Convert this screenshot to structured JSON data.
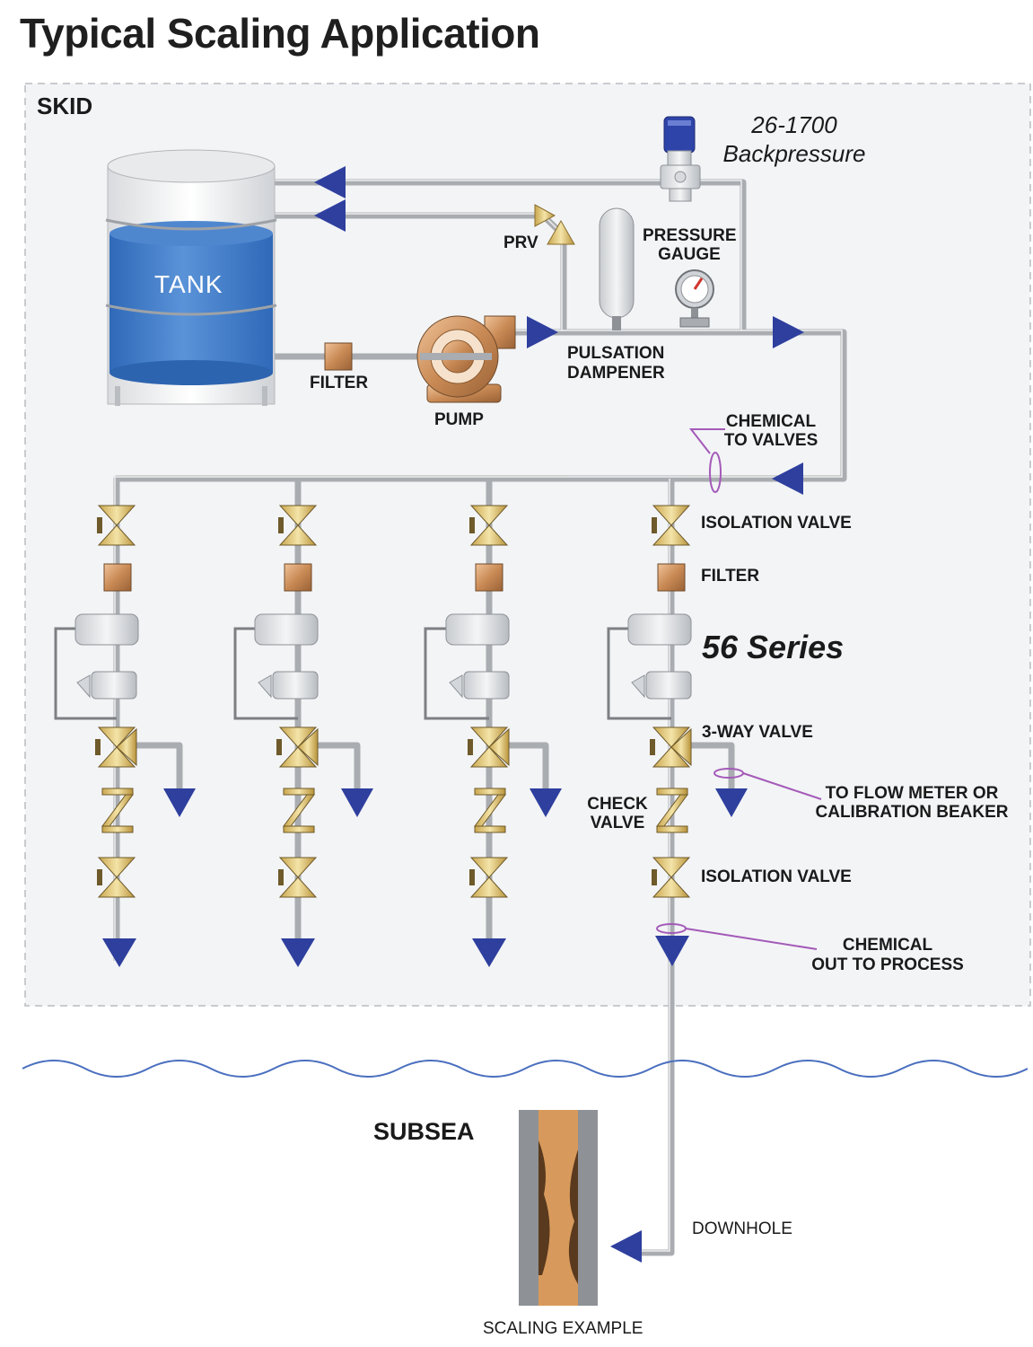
{
  "title": "Typical Scaling Application",
  "labels": {
    "skid": "SKID",
    "tank": "TANK",
    "backpressure_model": "26-1700",
    "backpressure": "Backpressure",
    "prv": "PRV",
    "pressure_gauge_1": "PRESSURE",
    "pressure_gauge_2": "GAUGE",
    "filter_main": "FILTER",
    "pump": "PUMP",
    "pulsation_1": "PULSATION",
    "pulsation_2": "DAMPENER",
    "chemical_to_valves_1": "CHEMICAL",
    "chemical_to_valves_2": "TO VALVES",
    "isolation_valve_top": "ISOLATION VALVE",
    "filter_branch": "FILTER",
    "series": "56 Series",
    "three_way_valve": "3-WAY VALVE",
    "flow_meter_1": "TO FLOW METER OR",
    "flow_meter_2": "CALIBRATION BEAKER",
    "check_valve_1": "CHECK",
    "check_valve_2": "VALVE",
    "isolation_valve_bottom": "ISOLATION VALVE",
    "chemical_out_1": "CHEMICAL",
    "chemical_out_2": "OUT TO PROCESS",
    "subsea": "SUBSEA",
    "downhole": "DOWNHOLE",
    "scaling_example": "SCALING EXAMPLE"
  },
  "colors": {
    "arrow": "#2e3f9e",
    "pipe": "#a9acb0",
    "tank_water": "#3d78c5",
    "copper": "#c98a55",
    "wave": "#4a6fbf",
    "callout": "#a35ab8",
    "skid_fill": "#f3f4f6"
  },
  "icons": [
    "backpressure-regulator-icon",
    "prv-icon",
    "pump-icon",
    "gauge-icon",
    "valve-icon",
    "check-valve-icon",
    "filter-icon",
    "regulator-icon",
    "flow-arrow-icon"
  ]
}
